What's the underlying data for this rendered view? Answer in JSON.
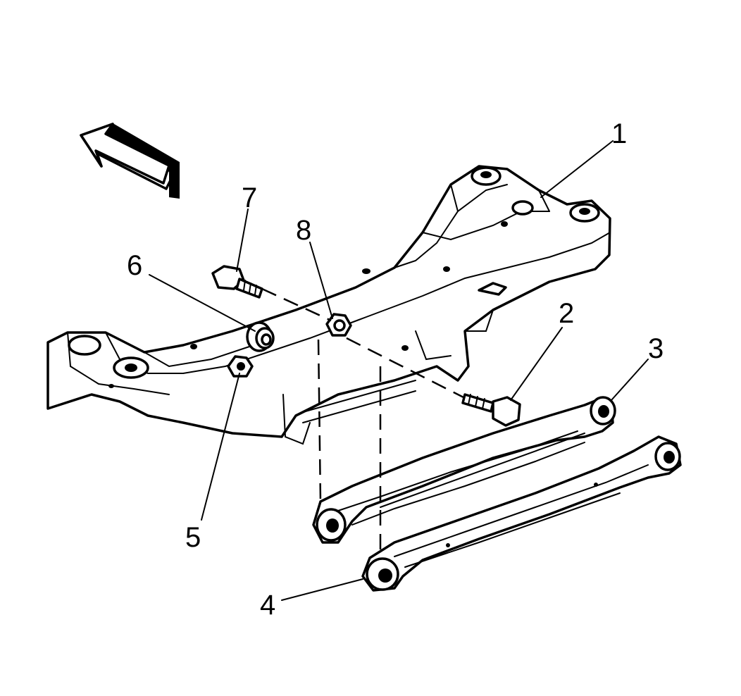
{
  "figure": {
    "callouts": [
      {
        "id": "1",
        "label": "1"
      },
      {
        "id": "2",
        "label": "2"
      },
      {
        "id": "3",
        "label": "3"
      },
      {
        "id": "4",
        "label": "4"
      },
      {
        "id": "5",
        "label": "5"
      },
      {
        "id": "6",
        "label": "6"
      },
      {
        "id": "7",
        "label": "7"
      },
      {
        "id": "8",
        "label": "8"
      }
    ],
    "colors": {
      "ink": "#000000",
      "background": "#ffffff"
    },
    "icons": [
      "direction-arrow-icon"
    ]
  }
}
